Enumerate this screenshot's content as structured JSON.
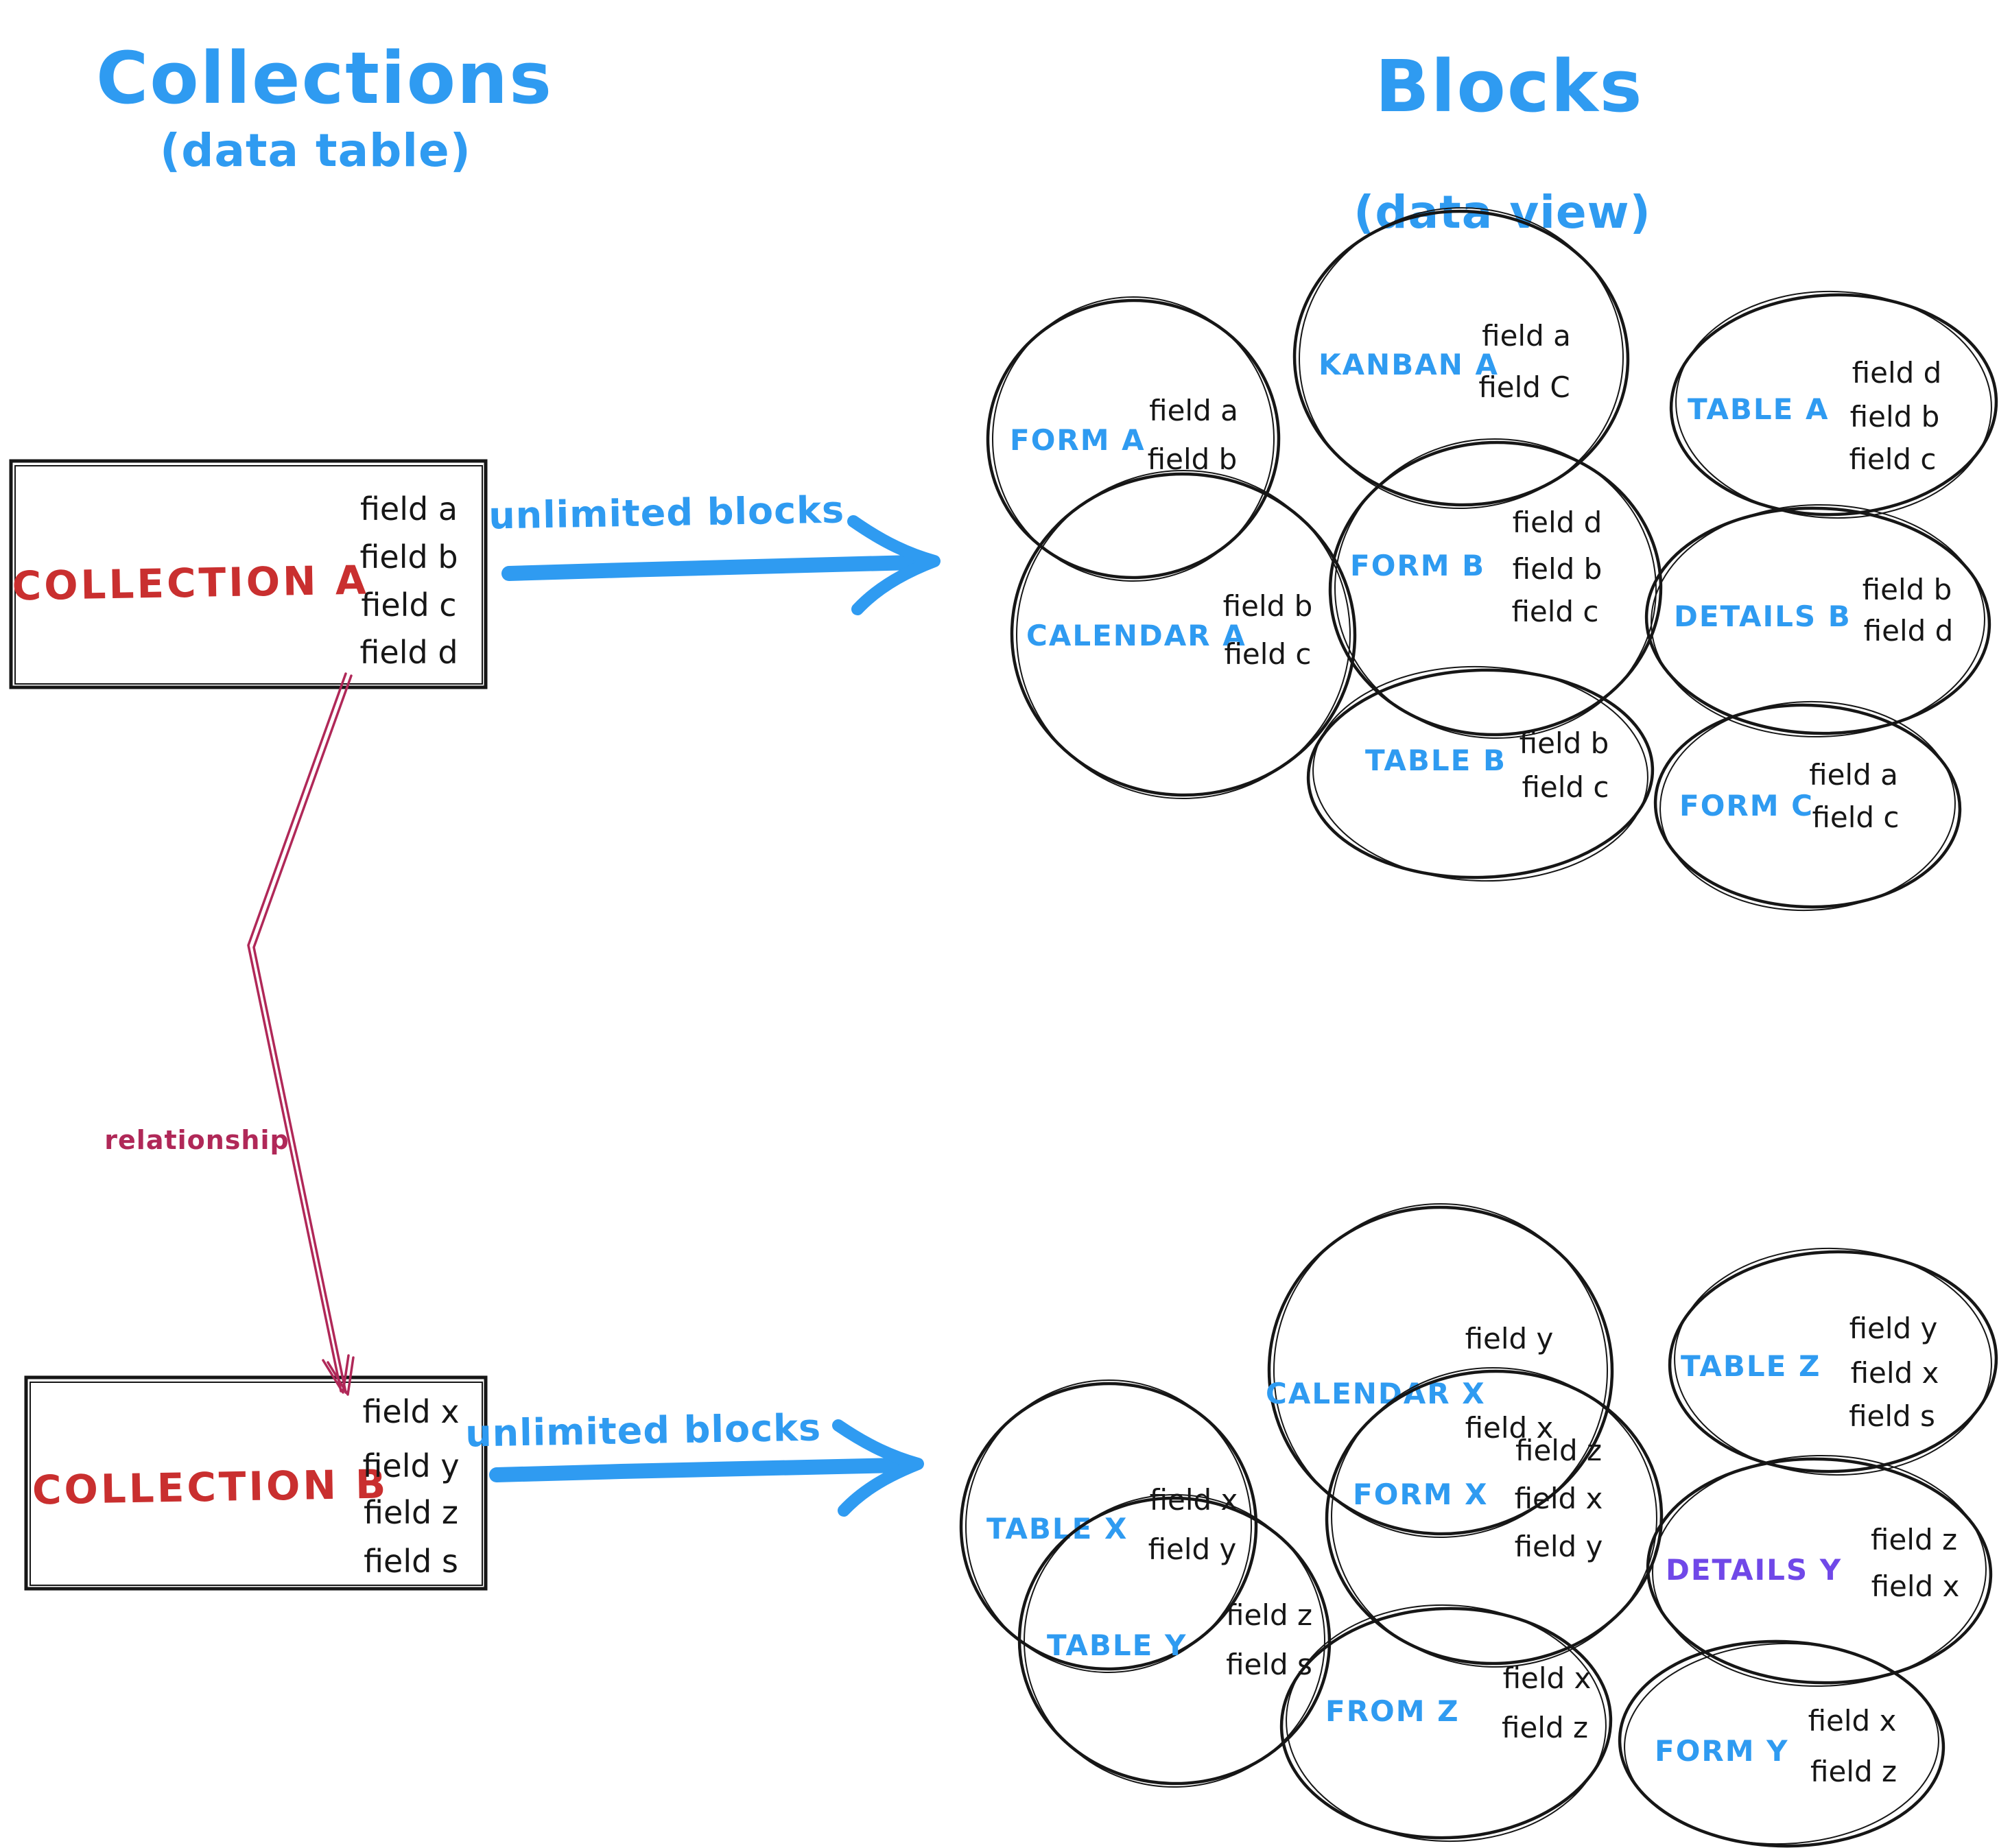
{
  "header": {
    "left_title": "Collections",
    "left_subtitle": "(data table)",
    "right_title": "Blocks",
    "right_subtitle": "(data view)"
  },
  "collections": {
    "a": {
      "name": "COLLECTION A",
      "fields": [
        "field a",
        "field b",
        "field c",
        "field d"
      ]
    },
    "b": {
      "name": "COLLECTION B",
      "fields": [
        "field x",
        "field y",
        "field z",
        "field s"
      ]
    }
  },
  "relationship_label": "relationship",
  "arrows": {
    "top_label": "unlimited blocks",
    "bottom_label": "unlimited blocks"
  },
  "blocks_a": [
    {
      "label": "FORM A",
      "fields": [
        "field a",
        "field b"
      ]
    },
    {
      "label": "KANBAN A",
      "fields": [
        "field a",
        "field C"
      ]
    },
    {
      "label": "TABLE A",
      "fields": [
        "field d",
        "field b",
        "field c"
      ]
    },
    {
      "label": "CALENDAR A",
      "fields": [
        "field b",
        "field c"
      ]
    },
    {
      "label": "FORM B",
      "fields": [
        "field d",
        "field b",
        "field c"
      ]
    },
    {
      "label": "DETAILS B",
      "fields": [
        "field b",
        "field d"
      ]
    },
    {
      "label": "TABLE B",
      "fields": [
        "field b",
        "field c"
      ]
    },
    {
      "label": "FORM C",
      "fields": [
        "field a",
        "field c"
      ]
    }
  ],
  "blocks_b": [
    {
      "label": "TABLE X",
      "fields": [
        "field x",
        "field y"
      ]
    },
    {
      "label": "CALENDAR X",
      "fields": [
        "field y",
        "field x"
      ]
    },
    {
      "label": "TABLE Z",
      "fields": [
        "field y",
        "field x",
        "field s"
      ]
    },
    {
      "label": "TABLE Y",
      "fields": [
        "field z",
        "field s"
      ]
    },
    {
      "label": "FORM X",
      "fields": [
        "field z",
        "field x",
        "field y"
      ]
    },
    {
      "label": "DETAILS Y",
      "fields": [
        "field z",
        "field x"
      ]
    },
    {
      "label": "FROM Z",
      "fields": [
        "field x",
        "field z"
      ]
    },
    {
      "label": "FORM Y",
      "fields": [
        "field x",
        "field z"
      ]
    }
  ],
  "colors": {
    "accent_blue": "#2f9bf1",
    "collection_red": "#c92f2f",
    "relationship_crimson": "#b02858",
    "details_y_purple": "#7048e8",
    "ink": "#161616"
  }
}
